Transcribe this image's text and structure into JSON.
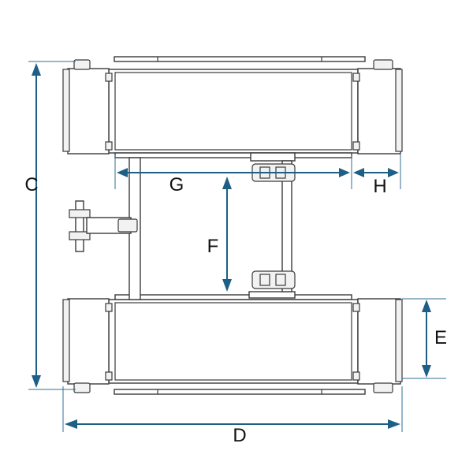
{
  "dimensions": {
    "c": "C",
    "d": "D",
    "e": "E",
    "f": "F",
    "g": "G",
    "h": "H"
  },
  "colors": {
    "dimension_arrow": "#1d5f86",
    "line": "#3a3a3a",
    "background": "#ffffff"
  }
}
